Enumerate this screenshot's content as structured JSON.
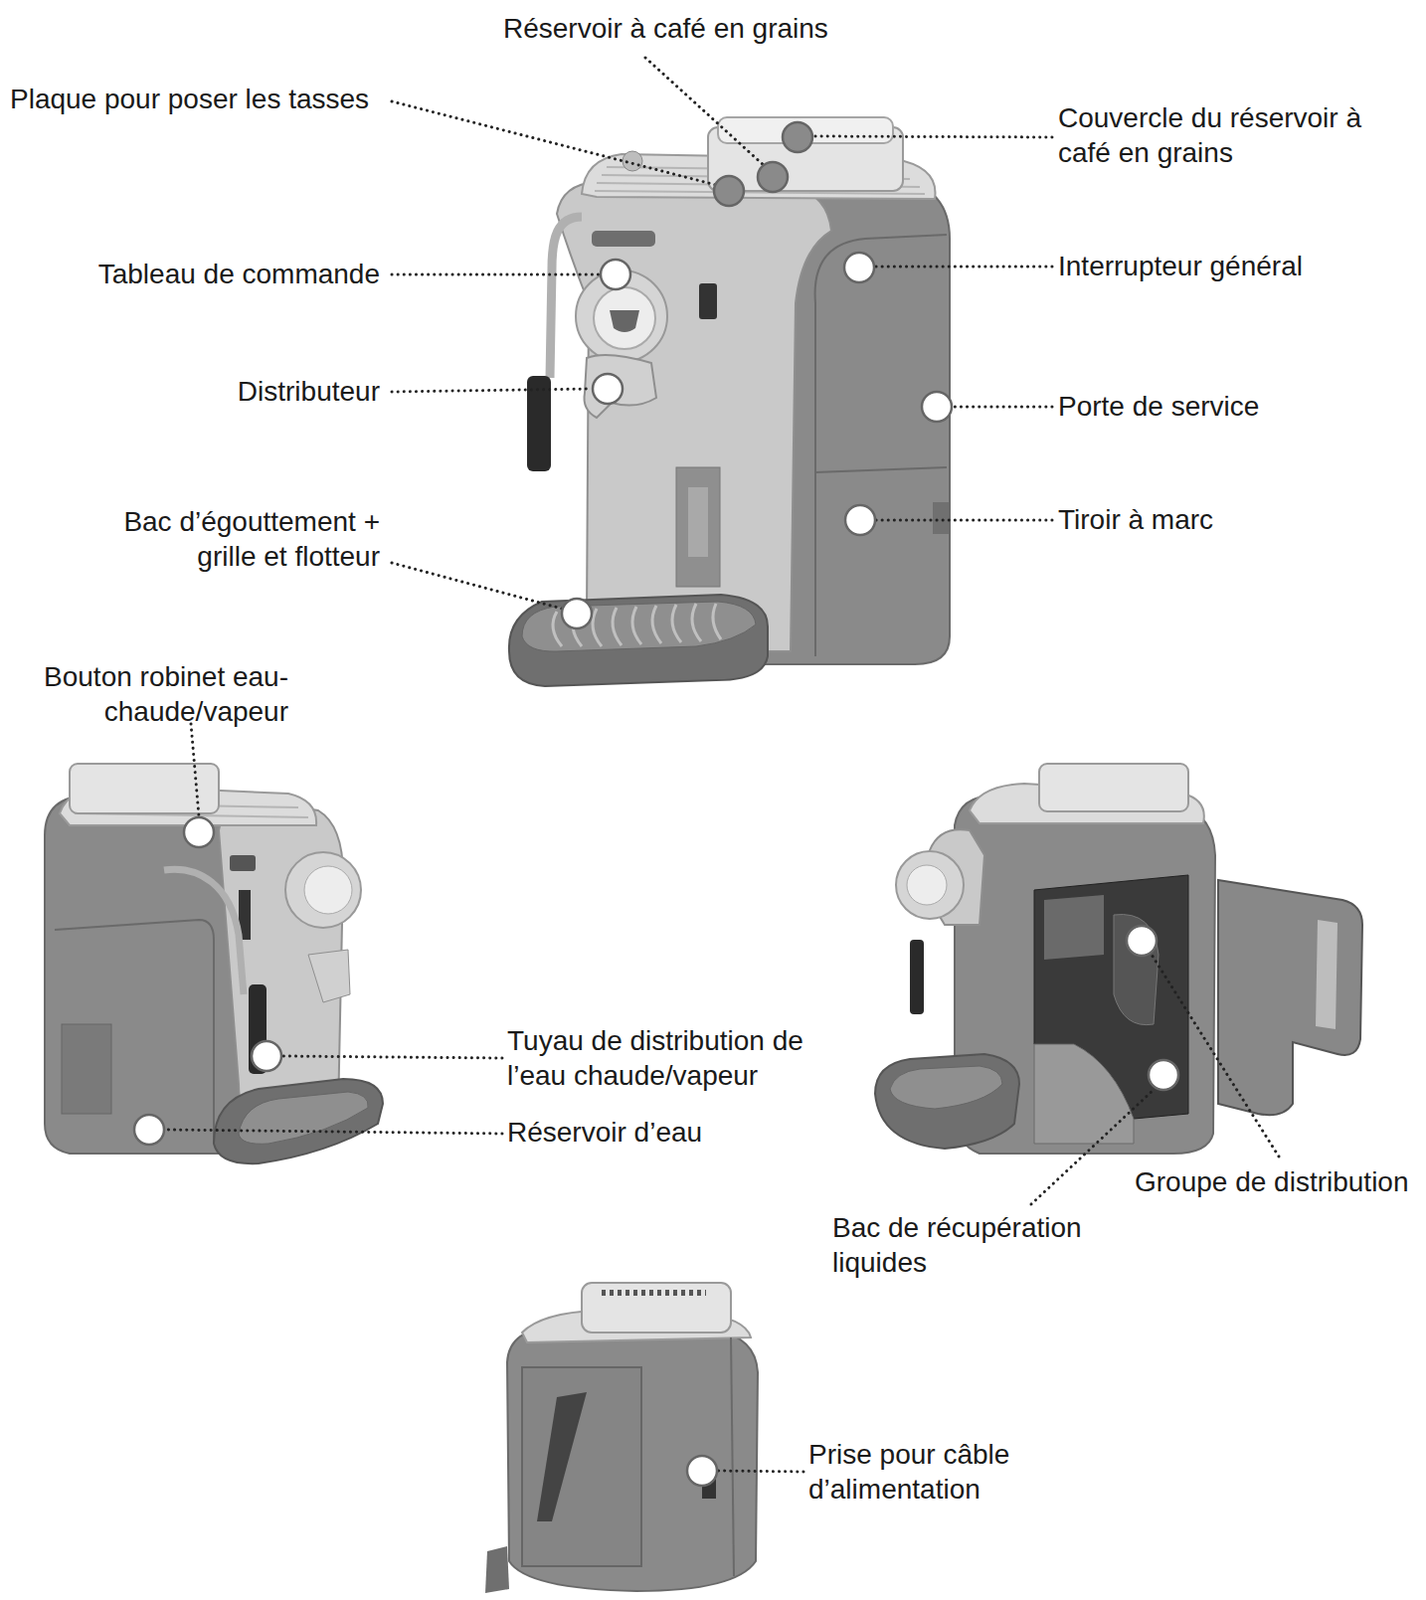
{
  "diagram": {
    "labels": [
      "Réservoir à café en grains",
      "Plaque pour poser les tasses",
      "Couvercle du réservoir à café en grains",
      "Tableau de commande",
      "Interrupteur général",
      "Distributeur",
      "Porte de service",
      "Bac d’égouttement + grille et flotteur",
      "Tiroir à marc",
      "Bouton robinet eau- chaude/vapeur",
      "Tuyau de distribution de l’eau chaude/vapeur",
      "Réservoir d’eau",
      "Groupe de distribution",
      "Bac de récupération liquides",
      "Prise pour câble d’alimentation"
    ]
  }
}
